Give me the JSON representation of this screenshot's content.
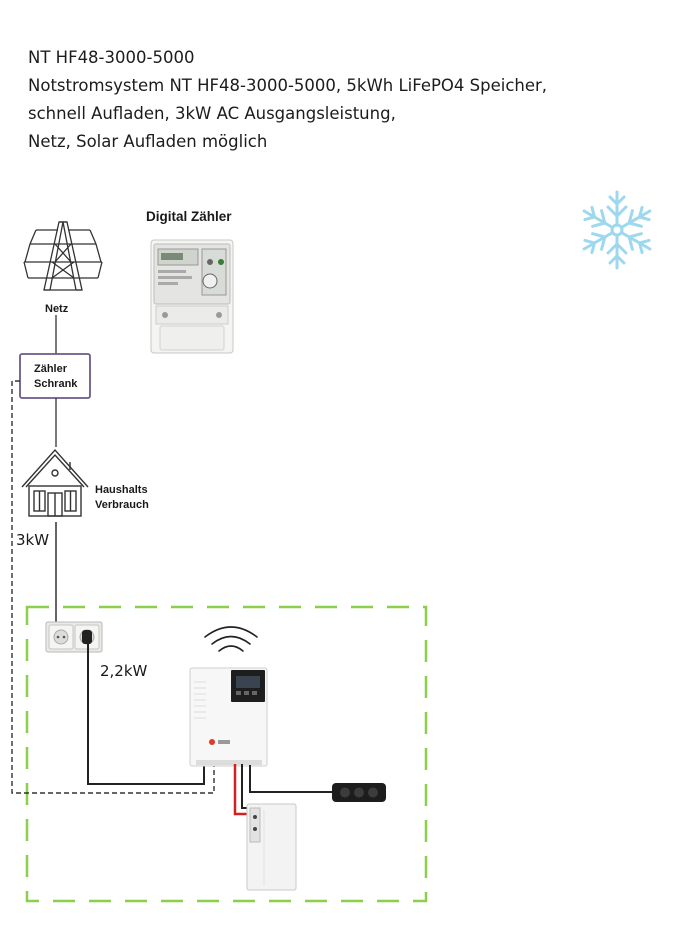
{
  "header": {
    "line1": "NT HF48-3000-5000",
    "line2": "Notstromsystem NT HF48-3000-5000, 5kWh LiFePO4 Speicher,",
    "line3": "schnell Aufladen, 3kW AC Ausgangsleistung,",
    "line4": "Netz, Solar Aufladen möglich"
  },
  "diagram": {
    "meter_label": "Digital Zähler",
    "grid_label": "Netz",
    "cabinet_line1": "Zähler",
    "cabinet_line2": "Schrank",
    "house_line1": "Haushalts",
    "house_line2": "Verbrauch",
    "power_house": "3kW",
    "power_socket": "2,2kW"
  },
  "colors": {
    "dashed_box": "#8ccf4a",
    "cabinet_border": "#6a5a8a",
    "snowflake": "#9ed8ee",
    "cable_red": "#d32020"
  }
}
